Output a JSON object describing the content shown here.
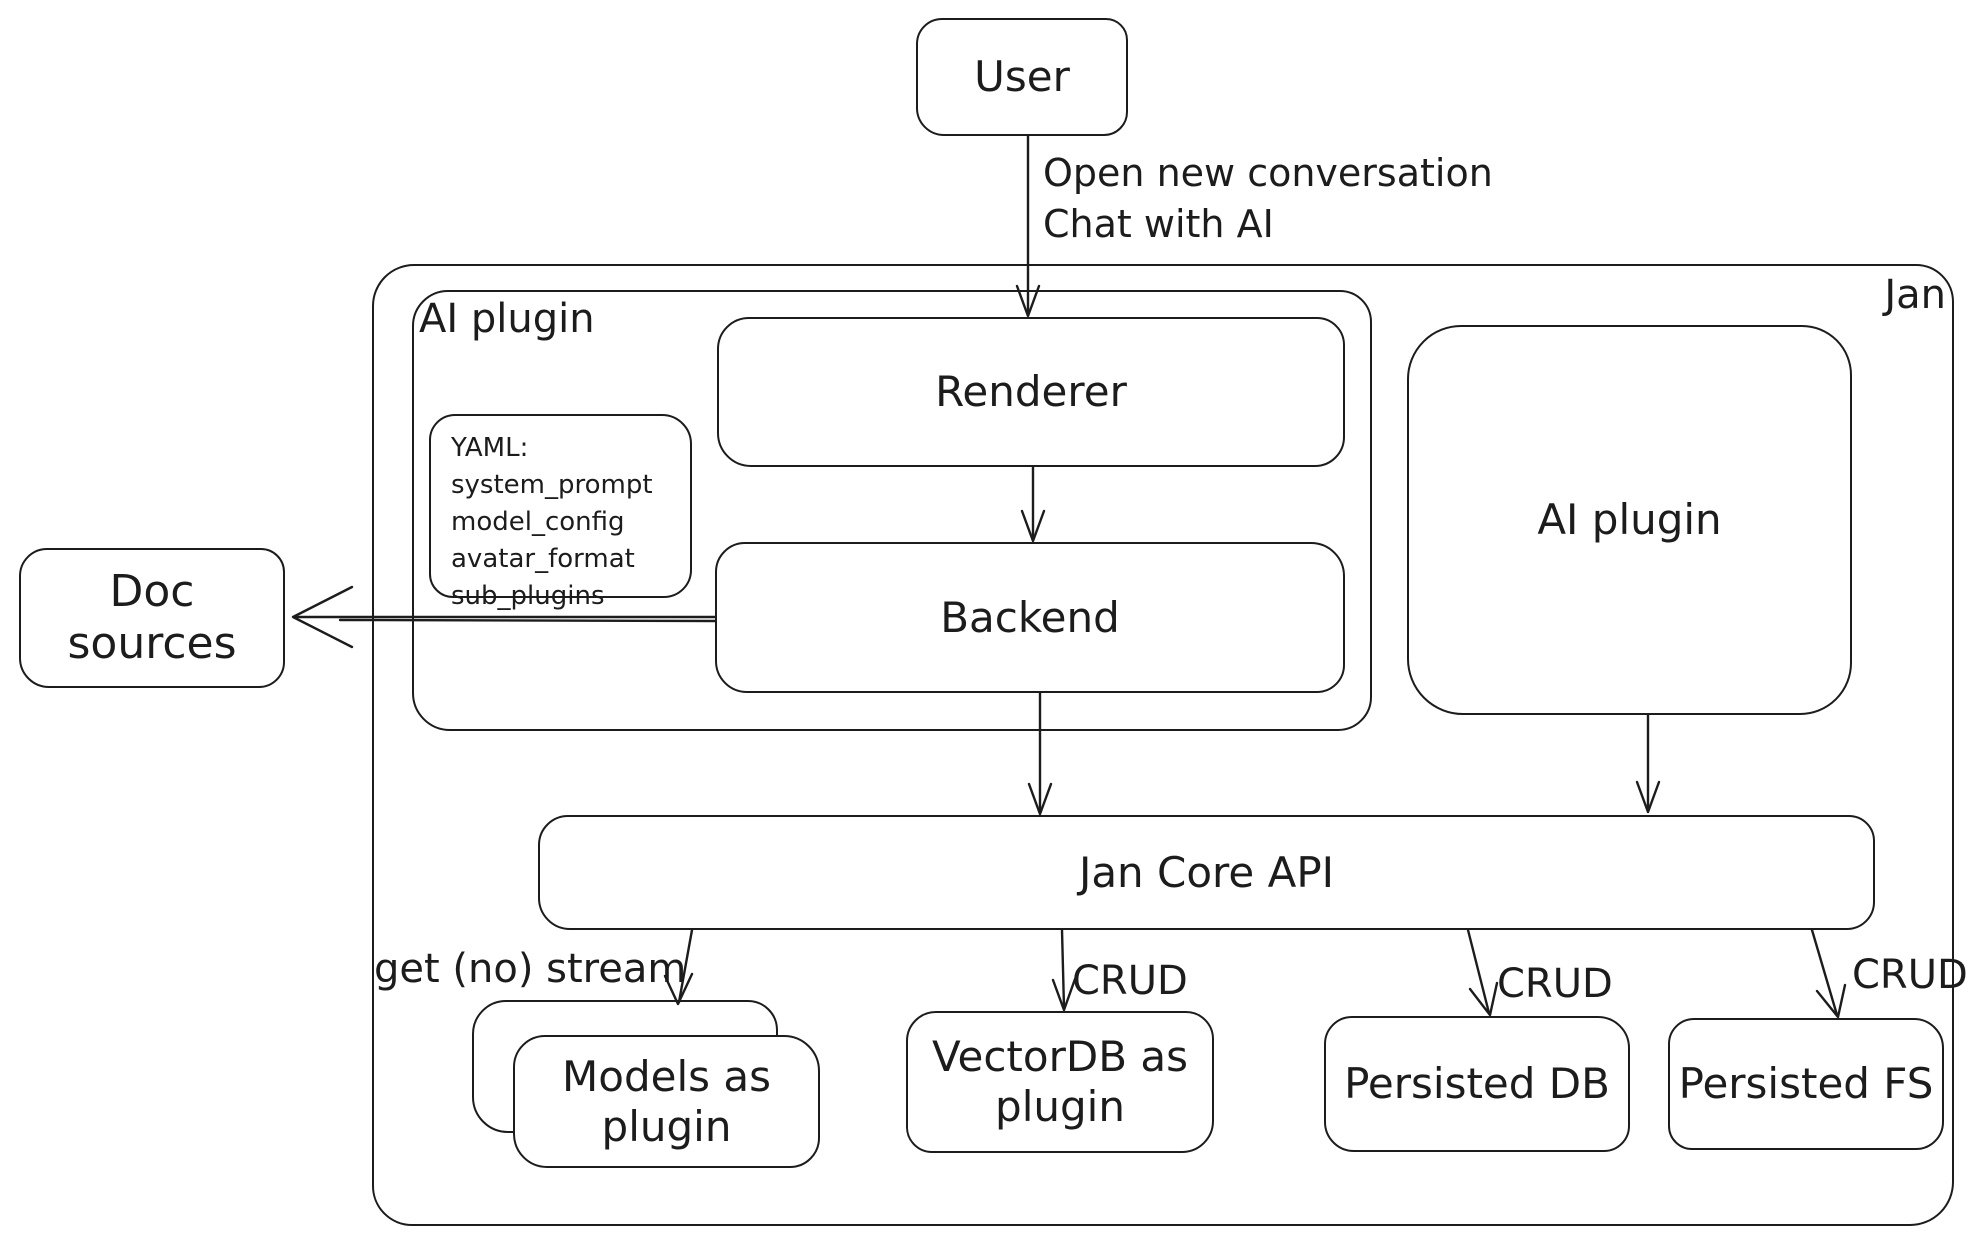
{
  "diagram": {
    "colors": {
      "stroke": "#1c1c1c",
      "background": "#ffffff"
    },
    "container_labels": {
      "jan": "Jan",
      "ai_plugin": "AI plugin"
    },
    "nodes": {
      "user": "User",
      "renderer": "Renderer",
      "backend": "Backend",
      "doc_sources": "Doc sources",
      "ai_plugin_right": "AI plugin",
      "jan_core_api": "Jan Core API",
      "models_as_plugin": "Models as plugin",
      "vectordb_as_plugin": "VectorDB as plugin",
      "persisted_db": "Persisted DB",
      "persisted_fs": "Persisted FS"
    },
    "yaml_note": {
      "title": "YAML:",
      "lines": [
        "system_prompt",
        "model_config",
        "avatar_format",
        "sub_plugins"
      ]
    },
    "edge_labels": {
      "open_conversation": [
        "Open new conversation",
        "Chat with AI"
      ],
      "get_stream": "get (no) stream",
      "crud_vectordb": "CRUD",
      "crud_persisted_db": "CRUD",
      "crud_persisted_fs": "CRUD"
    }
  }
}
